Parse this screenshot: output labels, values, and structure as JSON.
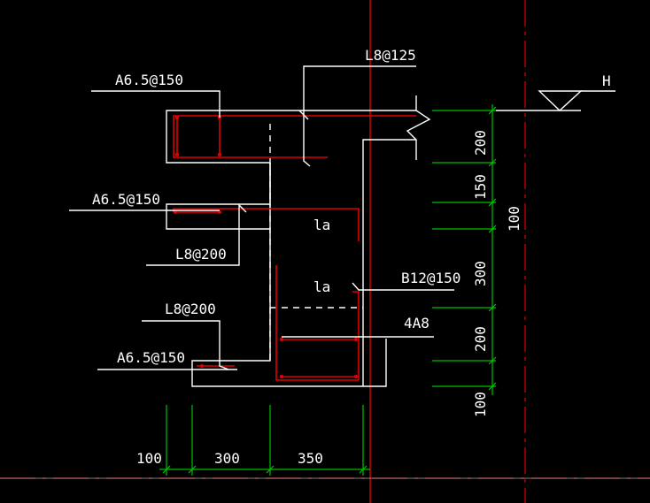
{
  "drawing": {
    "labels": {
      "a65_top": "A6.5@150",
      "a65_mid": "A6.5@150",
      "a65_bot": "A6.5@150",
      "l8_125": "L8@125",
      "l8_200_a": "L8@200",
      "l8_200_b": "L8@200",
      "b12_150": "B12@150",
      "bars_4a8": "4A8",
      "la_1": "la",
      "la_2": "la",
      "level": "H"
    },
    "dims_vertical": [
      "200",
      "150",
      "300",
      "200",
      "100"
    ],
    "dim_total": "100",
    "dims_horizontal": [
      "100",
      "300",
      "350"
    ]
  }
}
